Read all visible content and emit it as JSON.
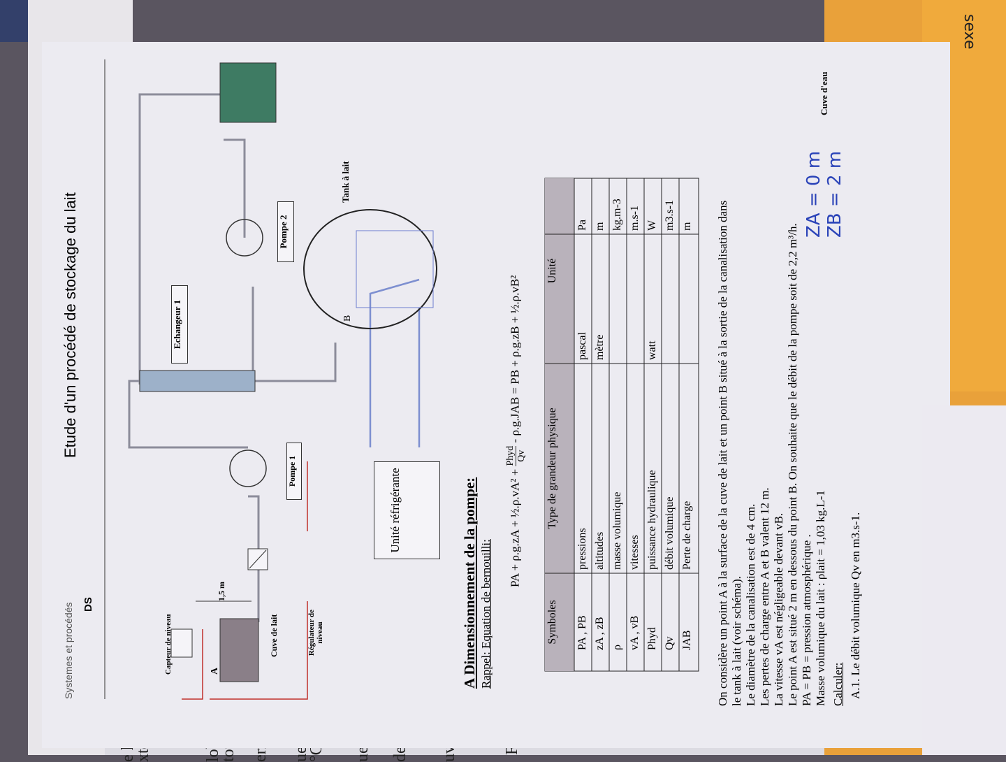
{
  "edge_text": {
    "lines": [
      "e la cu",
      "xtéri",
      "lobal",
      "toute",
      "ermiq",
      "ue éch",
      "°C et",
      "ue Q",
      "de ter",
      "uve.",
      "Flux"
    ]
  },
  "header": {
    "course": "Systemes et procédés",
    "code": "DS",
    "title": "Etude d'un procédé de stockage du lait"
  },
  "diagram": {
    "capteur": "Capteur de niveau",
    "point_a": "A",
    "cuve_lait": "Cuve de lait",
    "regulateur": "Régulateur de niveau",
    "height": "1,5 m",
    "pompe1": "Pompe 1",
    "echangeur": "Echangeur 1",
    "pompe2": "Pompe 2",
    "cuve_eau": "Cuve d'eau",
    "tank": "Tank à lait",
    "point_b": "B",
    "unite": "Unité réfrigérante"
  },
  "section_a": {
    "title": "A Dimensionnement de la pompe:",
    "rappel": "Rappel: Equation de bernouilli:",
    "equation_left": "PA + ρ.g.zA + ½.ρ.vA² +",
    "frac_num": "Phyd",
    "frac_den": "Qv",
    "equation_right": "- ρ.g.JAB = PB + ρ.g.zB + ½.ρ.vB²"
  },
  "table": {
    "headers": [
      "Symboles",
      "Type de grandeur physique",
      "Unité",
      ""
    ],
    "rows": [
      [
        "PA , PB",
        "pressions",
        "pascal",
        "Pa"
      ],
      [
        "zA , zB",
        "altitudes",
        "mètre",
        "m"
      ],
      [
        "ρ",
        "masse volumique",
        "",
        "kg.m-3"
      ],
      [
        "vA , vB",
        "vitesses",
        "",
        "m.s-1"
      ],
      [
        "Phyd",
        "puissance hydraulique",
        "watt",
        "W"
      ],
      [
        "Qv",
        "débit volumique",
        "",
        "m3.s-1"
      ],
      [
        "JAB",
        "Perte de charge",
        "",
        "m"
      ]
    ]
  },
  "statement": {
    "p1": "On considère un point A à la surface de la cuve de lait et un point B situé à la sortie de la canalisation dans",
    "p2": "le tank à lait (voir schéma).",
    "p3": "Le diamètre de la canalisation est de 4 cm.",
    "p4": "Les pertes de charge entre A et B valent 12 m.",
    "p5": "La vitesse vA est négligeable devant vB.",
    "p6": "Le point A est situé 2 m en dessous du point B. On souhaite que le débit de la pompe soit de 2,2 m³/h.",
    "p7": "PA = PB = pression atmosphérique .",
    "p8": "Masse volumique du lait : ρlait = 1,03 kg.L-1"
  },
  "calcul": {
    "title": "Calculer:",
    "a1": "A.1. Le débit volumique Qv en m3.s-1."
  },
  "handwriting": {
    "za": "ZA = 0 m",
    "zb": "ZB = 2 m"
  },
  "side_text": "sexe"
}
